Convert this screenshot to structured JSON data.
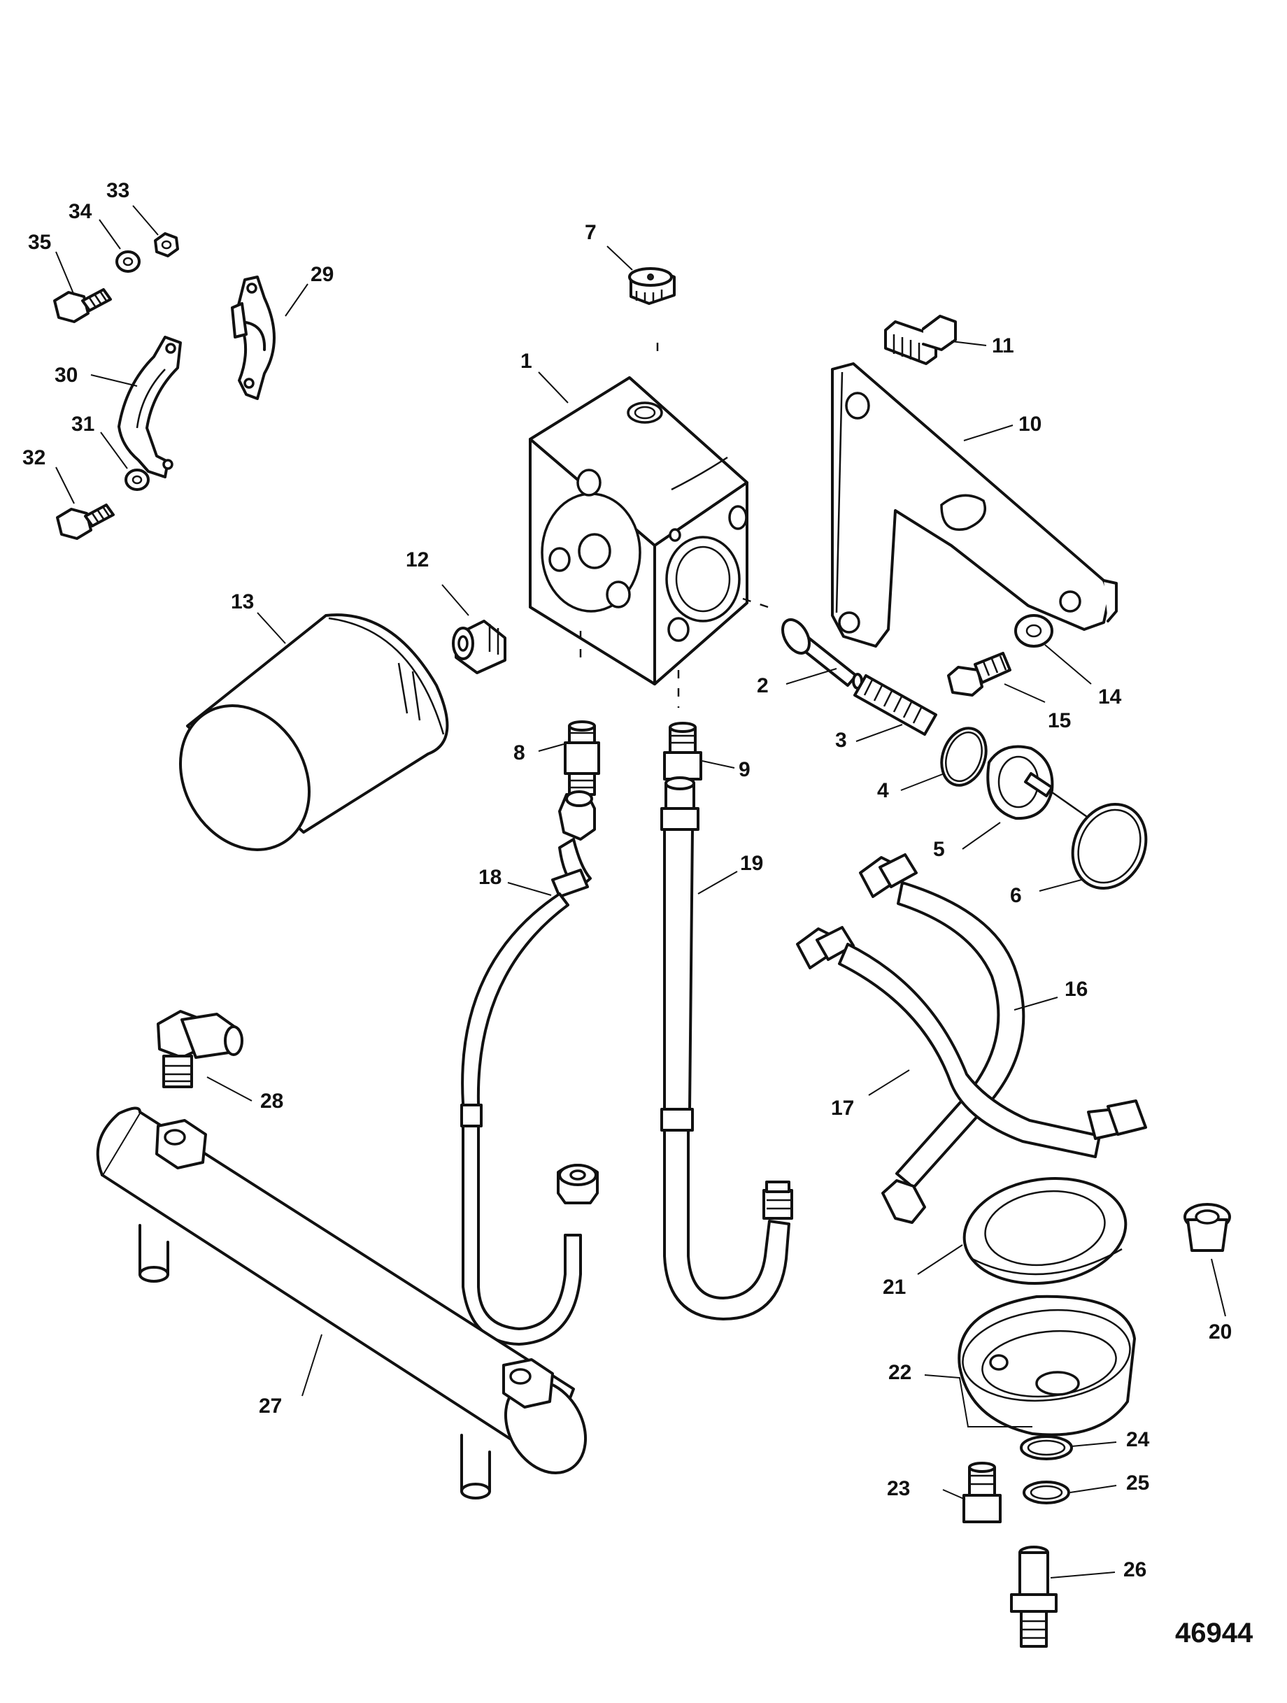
{
  "figure_number": "46944",
  "callouts": [
    {
      "number": "1"
    },
    {
      "number": "2"
    },
    {
      "number": "3"
    },
    {
      "number": "4"
    },
    {
      "number": "5"
    },
    {
      "number": "6"
    },
    {
      "number": "7"
    },
    {
      "number": "8"
    },
    {
      "number": "9"
    },
    {
      "number": "10"
    },
    {
      "number": "11"
    },
    {
      "number": "12"
    },
    {
      "number": "13"
    },
    {
      "number": "14"
    },
    {
      "number": "15"
    },
    {
      "number": "16"
    },
    {
      "number": "17"
    },
    {
      "number": "18"
    },
    {
      "number": "19"
    },
    {
      "number": "20"
    },
    {
      "number": "21"
    },
    {
      "number": "22"
    },
    {
      "number": "23"
    },
    {
      "number": "24"
    },
    {
      "number": "25"
    },
    {
      "number": "26"
    },
    {
      "number": "27"
    },
    {
      "number": "28"
    },
    {
      "number": "29"
    },
    {
      "number": "30"
    },
    {
      "number": "31"
    },
    {
      "number": "32"
    },
    {
      "number": "33"
    },
    {
      "number": "34"
    },
    {
      "number": "35"
    }
  ]
}
